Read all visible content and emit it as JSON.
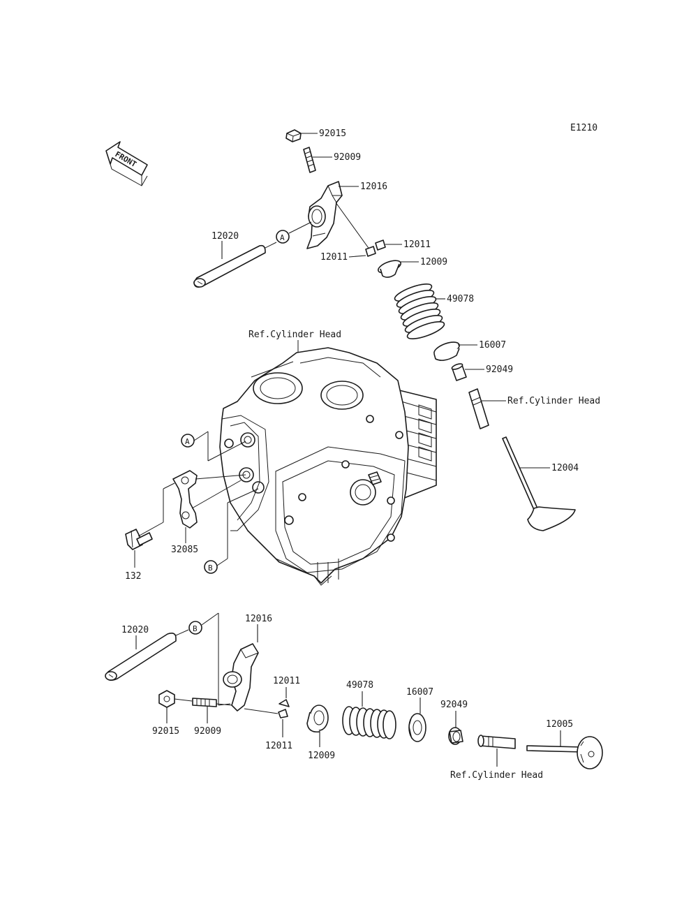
{
  "diagram_code": "E1210",
  "front_label": "FRONT",
  "refs": {
    "A": "A",
    "B": "B"
  },
  "labels": {
    "l_92015_top": "92015",
    "l_92009_top": "92009",
    "l_12016_top": "12016",
    "l_12020_top": "12020",
    "l_12011_right": "12011",
    "l_12011_left": "12011",
    "l_12009_top": "12009",
    "l_49078_top": "49078",
    "l_ref_head_top": "Ref.Cylinder Head",
    "l_16007_top": "16007",
    "l_92049_top": "92049",
    "l_ref_head_right": "Ref.Cylinder Head",
    "l_12004": "12004",
    "l_32085": "32085",
    "l_132": "132",
    "l_12020_bot": "12020",
    "l_12016_bot": "12016",
    "l_12011_bot_top": "12011",
    "l_12011_bot_bot": "12011",
    "l_92015_bot": "92015",
    "l_92009_bot": "92009",
    "l_12009_bot": "12009",
    "l_49078_bot": "49078",
    "l_16007_bot": "16007",
    "l_92049_bot": "92049",
    "l_12005": "12005",
    "l_ref_head_bot": "Ref.Cylinder Head"
  }
}
